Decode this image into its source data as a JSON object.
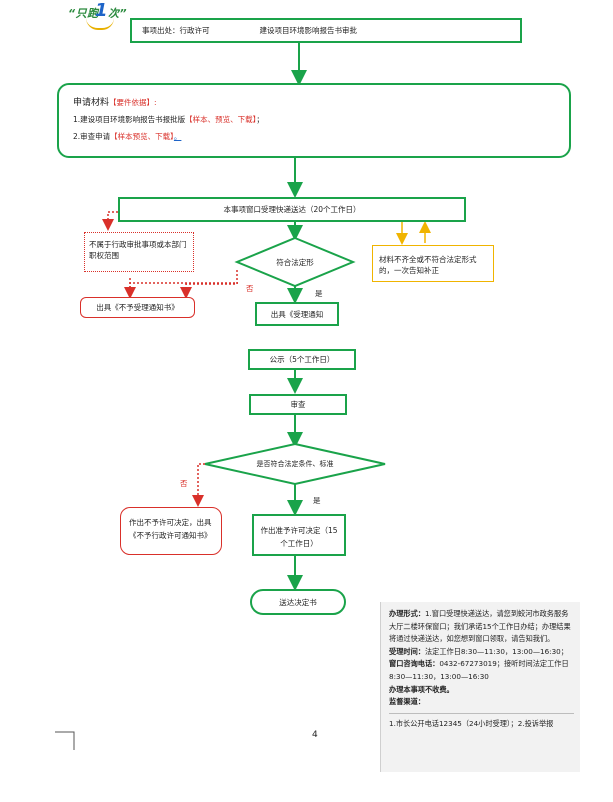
{
  "logo": {
    "text": "“只跑",
    "one": "1",
    "suffix": "次”"
  },
  "item_source": {
    "label": "事项出处：行政许可",
    "name": "建设项目环境影响报告书审批"
  },
  "materials": {
    "title": "申请材料",
    "basis": "【要件依据】:",
    "items": [
      {
        "num": "1.",
        "name": "建设项目环境影响报告书报批版",
        "links": "【样本、预览、下载】",
        "tail": "；"
      },
      {
        "num": "2.",
        "name": "审查申请",
        "links": "【样本预览、下载】",
        "tail": "。"
      }
    ]
  },
  "nodes": {
    "accept": "本事项窗口受理快递送达（20个工作日）",
    "not_in_scope": "不属于行政审批事项或本部门职权范围",
    "not_accept_notice": "出具《不予受理通知书》",
    "decision_legal": "符合法定形",
    "material_incomplete": "材料不齐全或不符合法定形式的，一次告知补正",
    "accept_notice": "出具《受理通知",
    "publicity": "公示（5个工作日）",
    "review": "审查",
    "decision_reject": "是否符合法定条件、标准",
    "reject_text": "作出不予许可决定，出具《不予行政许可通知书》",
    "approve_text": "作出准予许可决定（15个工作日）",
    "end": "送达决定书"
  },
  "labels": {
    "yes1": "是",
    "no1": "否",
    "yes2": "是",
    "no2": "否"
  },
  "info": {
    "form_label": "办理形式：",
    "form_text": "1.窗口受理快递送达，请您到蛟河市政务服务大厅二楼环保窗口；我们承诺15个工作日办结；办理结果将通过快递送达，如您想到窗口领取，请告知我们。",
    "time_label": "受理时间：",
    "time_text": "法定工作日8:30—11:30，13:00—16:30；",
    "phone_label": "窗口咨询电话：",
    "phone_text": "0432-67273019；接听时间法定工作日8:30—11:30，13:00—16:30",
    "fee": "办理本事项不收费。",
    "supervise_label": "监督渠道：",
    "supervise_text": "1.市长公开电话12345（24小时受理）；2.投诉举报"
  },
  "page_number": "4",
  "colors": {
    "green": "#1aa34a",
    "red": "#d9302a",
    "yellow": "#f0b400"
  }
}
